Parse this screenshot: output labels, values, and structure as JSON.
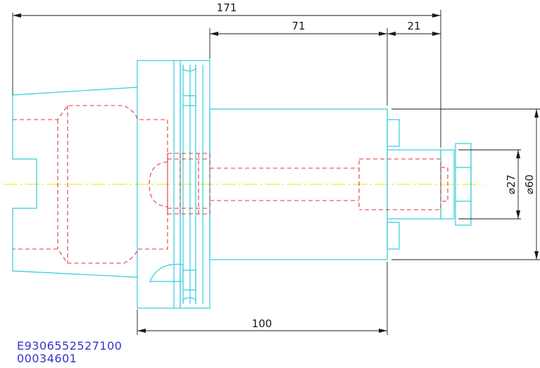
{
  "colors": {
    "outline": "#33ccdd",
    "hidden": "#e23a3a",
    "centerline": "#e8e800",
    "dimension": "#1a1a1a",
    "code": "#3333cc"
  },
  "dimensions": {
    "overall_length": "171",
    "shank_length": "71",
    "nose_length": "21",
    "flange_to_face": "100",
    "small_diameter": "⌀27",
    "large_diameter": "⌀60"
  },
  "codes": {
    "part_number": "E9306552527100",
    "serial": "00034601"
  }
}
